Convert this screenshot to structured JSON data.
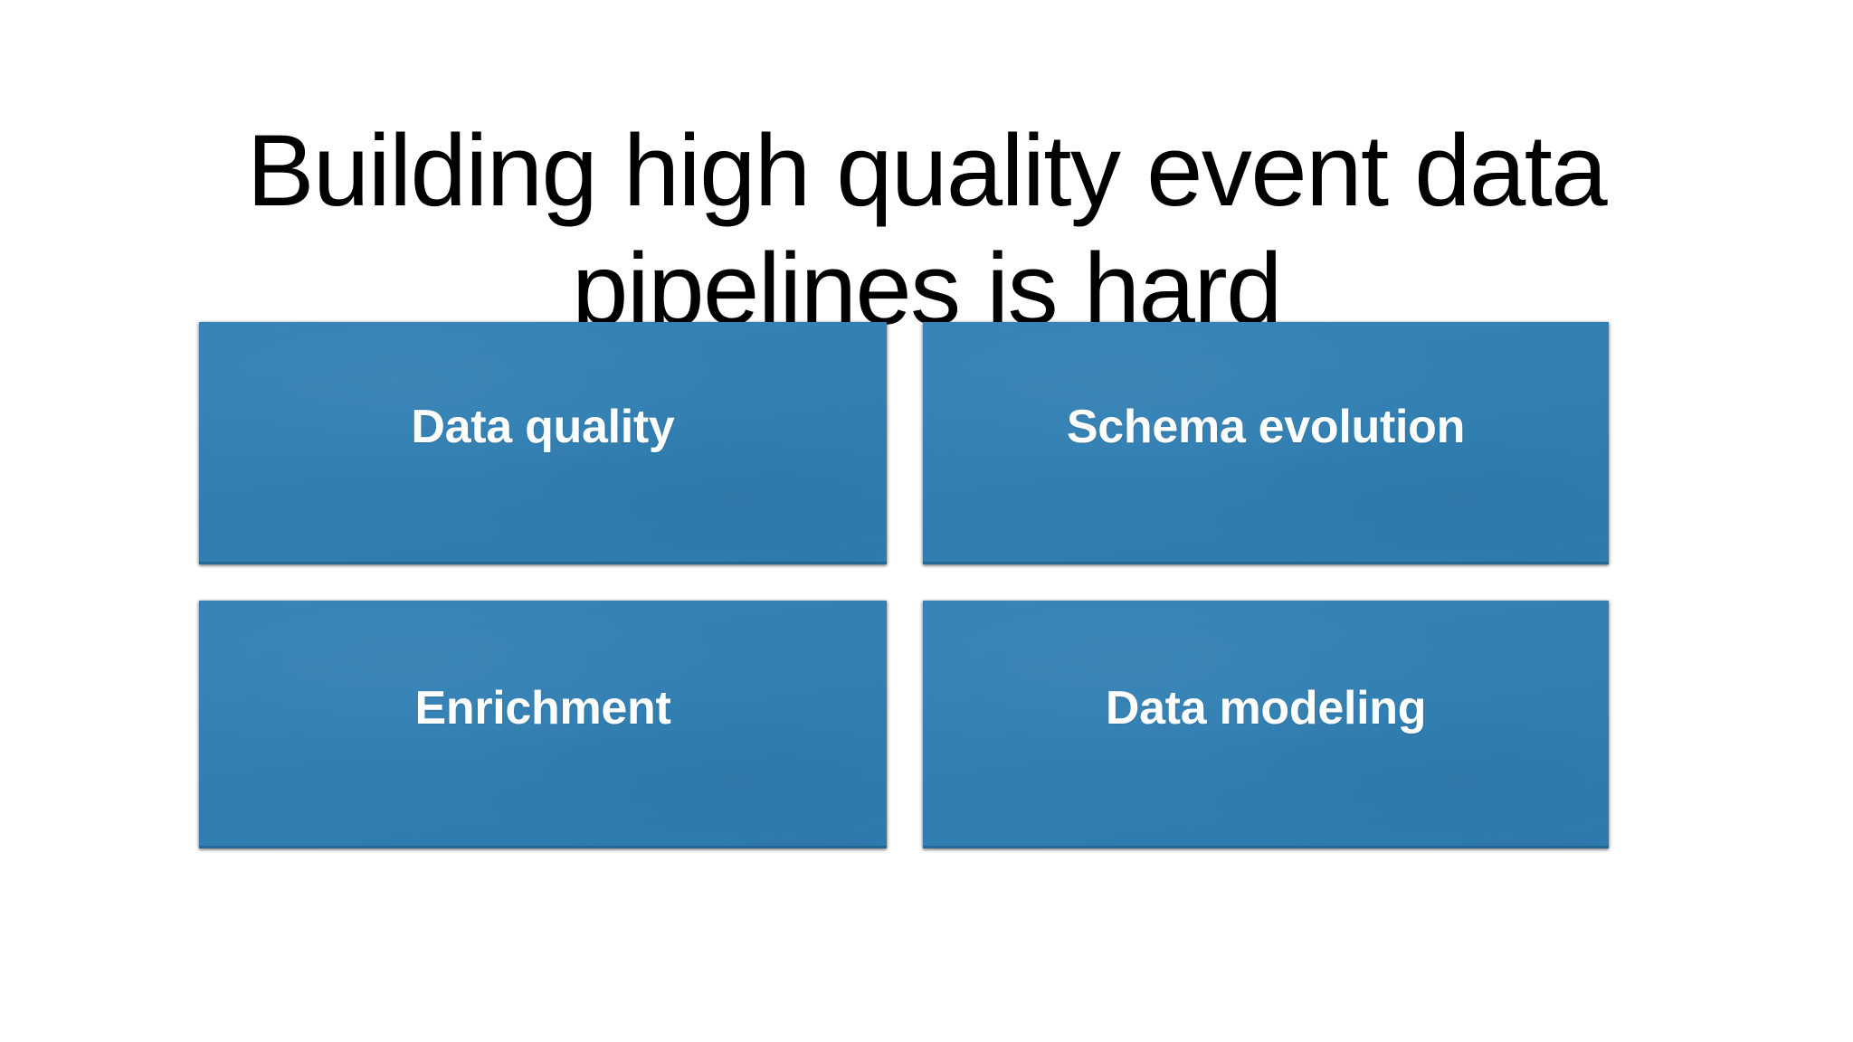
{
  "slide": {
    "background_color": "#ffffff",
    "title": "Building high quality event data\npipelines is hard",
    "title_color": "#000000",
    "accent_color": "#2f7fb4",
    "label_color": "#ffffff",
    "boxes": [
      {
        "label": "Data quality"
      },
      {
        "label": "Schema evolution"
      },
      {
        "label": "Enrichment"
      },
      {
        "label": "Data modeling"
      }
    ]
  }
}
